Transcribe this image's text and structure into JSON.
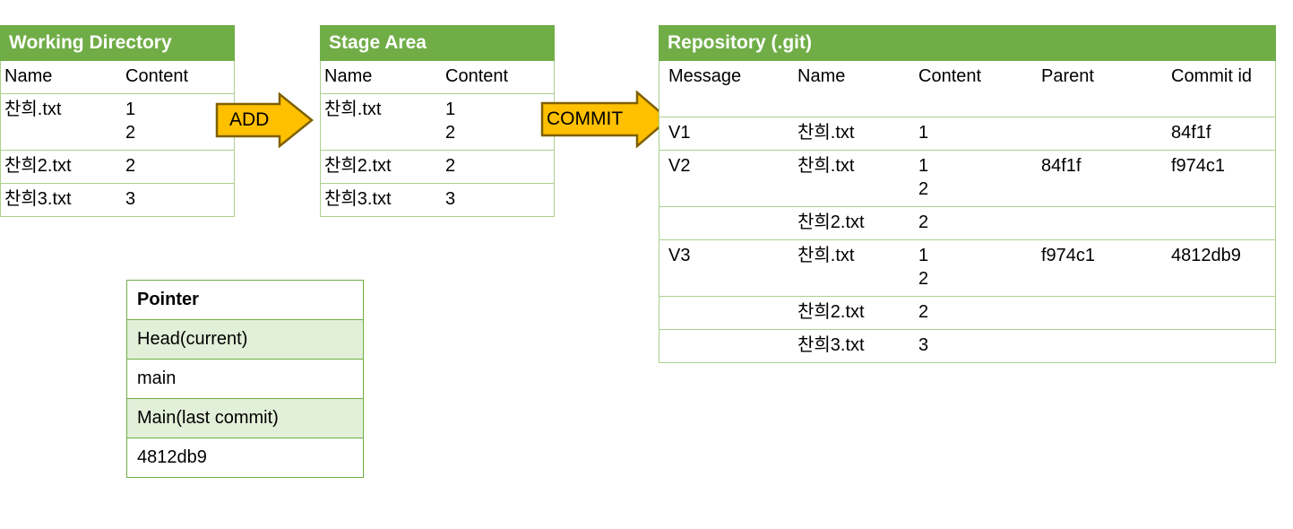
{
  "colors": {
    "header_green": "#70AD47",
    "border_light_green": "#A9D18E",
    "row_alt_green": "#E2EFD9",
    "arrow_fill": "#FFC000",
    "arrow_stroke": "#7F6000",
    "text": "#000000",
    "header_text": "#FFFFFF"
  },
  "working_directory": {
    "title": "Working Directory",
    "columns": [
      "Name",
      "Content"
    ],
    "rows": [
      {
        "name": "찬희.txt",
        "content": "1\n2"
      },
      {
        "name": "찬희2.txt",
        "content": "2"
      },
      {
        "name": "찬희3.txt",
        "content": "3"
      }
    ]
  },
  "add_arrow": {
    "label": "ADD",
    "icon": "right-block-arrow-icon"
  },
  "stage_area": {
    "title": "Stage Area",
    "columns": [
      "Name",
      "Content"
    ],
    "rows": [
      {
        "name": "찬희.txt",
        "content": "1\n2"
      },
      {
        "name": "찬희2.txt",
        "content": "2"
      },
      {
        "name": "찬희3.txt",
        "content": "3"
      }
    ]
  },
  "commit_arrow": {
    "label": "COMMIT",
    "icon": "right-block-arrow-icon"
  },
  "repository": {
    "title": "Repository (.git)",
    "columns": [
      "Message",
      "Name",
      "Content",
      "Parent",
      "Commit id"
    ],
    "rows": [
      {
        "message": "V1",
        "name": "찬희.txt",
        "content": "1",
        "parent": "",
        "commit_id": "84f1f"
      },
      {
        "message": "V2",
        "name": "찬희.txt",
        "content": "1\n2",
        "parent": "84f1f",
        "commit_id": "f974c1"
      },
      {
        "message": "",
        "name": "찬희2.txt",
        "content": "2",
        "parent": "",
        "commit_id": ""
      },
      {
        "message": "V3",
        "name": "찬희.txt",
        "content": "1\n2",
        "parent": "f974c1",
        "commit_id": "4812db9"
      },
      {
        "message": "",
        "name": "찬희2.txt",
        "content": "2",
        "parent": "",
        "commit_id": ""
      },
      {
        "message": "",
        "name": "찬희3.txt",
        "content": "3",
        "parent": "",
        "commit_id": ""
      }
    ]
  },
  "pointer": {
    "title": "Pointer",
    "rows": [
      {
        "label": "Head(current)",
        "highlight": true
      },
      {
        "label": "main",
        "highlight": false
      },
      {
        "label": "Main(last commit)",
        "highlight": true
      },
      {
        "label": "4812db9",
        "highlight": false
      }
    ]
  }
}
